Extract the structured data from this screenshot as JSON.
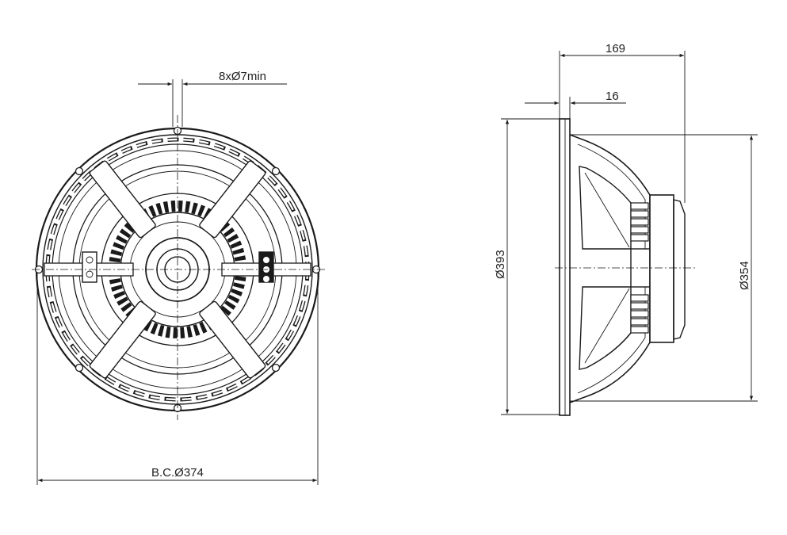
{
  "front_view": {
    "hole_spec": "8xØ7min",
    "bolt_circle": "B.C.Ø374"
  },
  "side_view": {
    "depth_total": "169",
    "flange_thickness": "16",
    "outer_diameter": "Ø393",
    "baffle_diameter": "Ø354"
  },
  "icons": [
    "front-view-speaker-icon",
    "side-view-speaker-icon",
    "terminal-block-icon",
    "dimension-arrow-icon"
  ]
}
